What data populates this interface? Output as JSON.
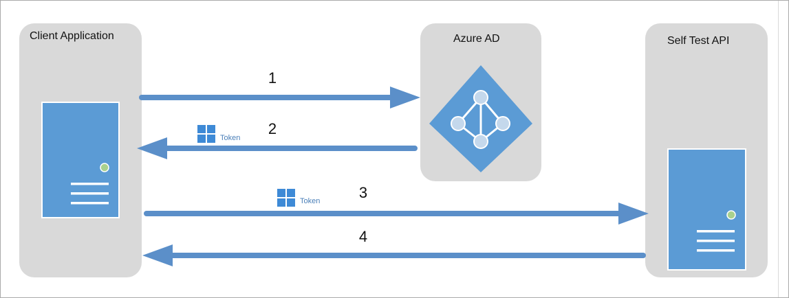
{
  "panels": {
    "client": {
      "title": "Client Application"
    },
    "azure": {
      "title": "Azure AD"
    },
    "api": {
      "title": "Self Test API"
    }
  },
  "steps": [
    "1",
    "2",
    "3",
    "4"
  ],
  "token_label": "Token",
  "colors": {
    "panel": "#d9d9d9",
    "arrow": "#5b8fc9",
    "server": "#5b9bd5",
    "status_led": "#a9d18e",
    "azure_ad": "#5b9bd5",
    "token_icon": "#3e8ad6"
  }
}
